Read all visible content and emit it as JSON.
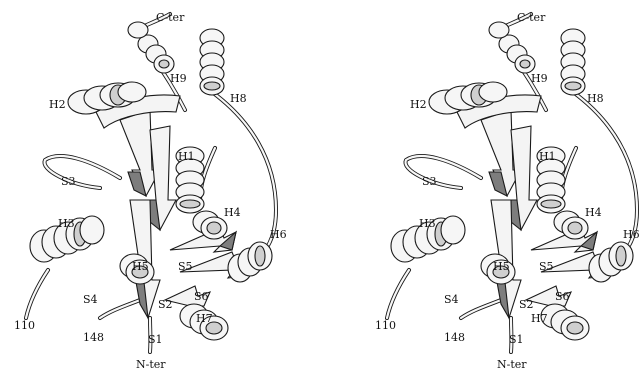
{
  "labels": {
    "c_ter": "C-ter",
    "n_ter": "N-ter",
    "h1": "H1",
    "h2": "H2",
    "h3": "H3",
    "h4": "H4",
    "h5": "H5",
    "h6": "H6",
    "h7": "H7",
    "h8": "H8",
    "h9": "H9",
    "s1": "S1",
    "s2": "S2",
    "s3": "S3",
    "s4": "S4",
    "s5": "S5",
    "s6": "S6",
    "res110": "110",
    "res148": "148"
  },
  "panels": [
    "left-stereo-view",
    "right-stereo-view"
  ]
}
